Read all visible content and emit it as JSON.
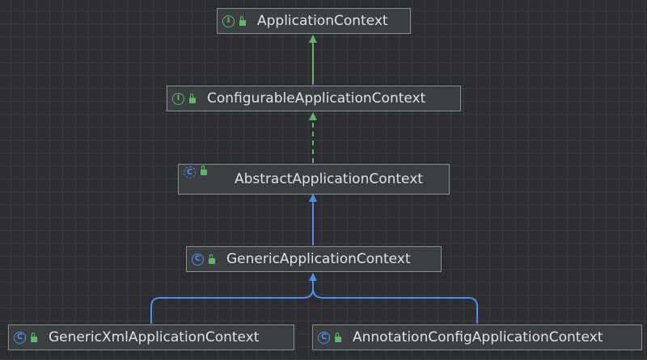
{
  "colors": {
    "background": "#2b2d30",
    "grid": "#3a3c40",
    "node_fill": "#3c3f41",
    "node_border": "#8a8d91",
    "text": "#dfe1e5",
    "interface_icon": "#5fb865",
    "class_icon": "#4d8ef0",
    "implements_edge": "#5fb865",
    "extends_edge": "#4d8ef0"
  },
  "nodes": {
    "application_context": {
      "label": "ApplicationContext",
      "kind": "interface",
      "icon_letter": "I",
      "icon": "interface-icon"
    },
    "configurable_application_context": {
      "label": "ConfigurableApplicationContext",
      "kind": "interface",
      "icon_letter": "I",
      "icon": "interface-icon"
    },
    "abstract_application_context": {
      "label": "AbstractApplicationContext",
      "kind": "abstract-class",
      "icon_letter": "C",
      "icon": "abstract-class-icon"
    },
    "generic_application_context": {
      "label": "GenericApplicationContext",
      "kind": "class",
      "icon_letter": "C",
      "icon": "class-icon"
    },
    "generic_xml_application_context": {
      "label": "GenericXmlApplicationContext",
      "kind": "class",
      "icon_letter": "C",
      "icon": "class-icon"
    },
    "annotation_config_application_context": {
      "label": "AnnotationConfigApplicationContext",
      "kind": "class",
      "icon_letter": "C",
      "icon": "class-icon"
    }
  },
  "edges": [
    {
      "from": "configurable_application_context",
      "to": "application_context",
      "type": "extends-interface",
      "style": "solid",
      "color": "#5fb865"
    },
    {
      "from": "abstract_application_context",
      "to": "configurable_application_context",
      "type": "implements",
      "style": "dashed",
      "color": "#5fb865"
    },
    {
      "from": "generic_application_context",
      "to": "abstract_application_context",
      "type": "extends",
      "style": "solid",
      "color": "#4d8ef0"
    },
    {
      "from": "generic_xml_application_context",
      "to": "generic_application_context",
      "type": "extends",
      "style": "solid",
      "color": "#4d8ef0"
    },
    {
      "from": "annotation_config_application_context",
      "to": "generic_application_context",
      "type": "extends",
      "style": "solid",
      "color": "#4d8ef0"
    }
  ]
}
